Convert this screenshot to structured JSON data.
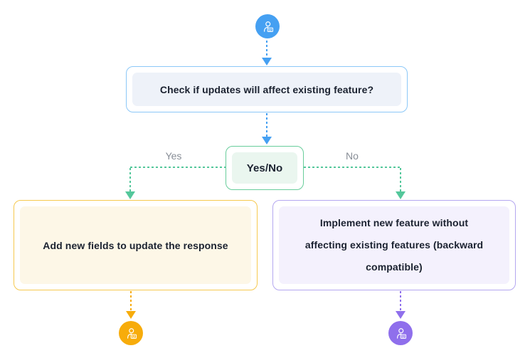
{
  "diagram": {
    "start": {
      "icon": "user-badge-icon"
    },
    "check_node": {
      "label": "Check if updates will affect existing feature?"
    },
    "decision_node": {
      "label": "Yes/No"
    },
    "branches": {
      "yes": {
        "label": "Yes",
        "node": {
          "label": "Add new fields to update the response"
        },
        "end_icon": "user-badge-icon"
      },
      "no": {
        "label": "No",
        "node": {
          "label": "Implement new feature without affecting existing features (backward compatible)",
          "lines": [
            "Implement new feature without",
            "affecting existing features (backward",
            "compatible)"
          ]
        },
        "end_icon": "user-badge-icon"
      }
    }
  },
  "colors": {
    "background": "#FFFFFF",
    "blue": "#45A0F2",
    "blue-border": "#8CC8F8",
    "blue-fill": "#EEF2F9",
    "green": "#54C79B",
    "green-border": "#68CD9B",
    "green-fill": "#EAF6EF",
    "amber": "#F7AC0B",
    "amber-border": "#F6C94F",
    "amber-fill": "#FDF7E7",
    "purple": "#8F6FEC",
    "purple-border": "#B4A7F0",
    "purple-fill": "#F4F1FD",
    "label-gray": "#878D96",
    "text-dark": "#1B2230"
  }
}
